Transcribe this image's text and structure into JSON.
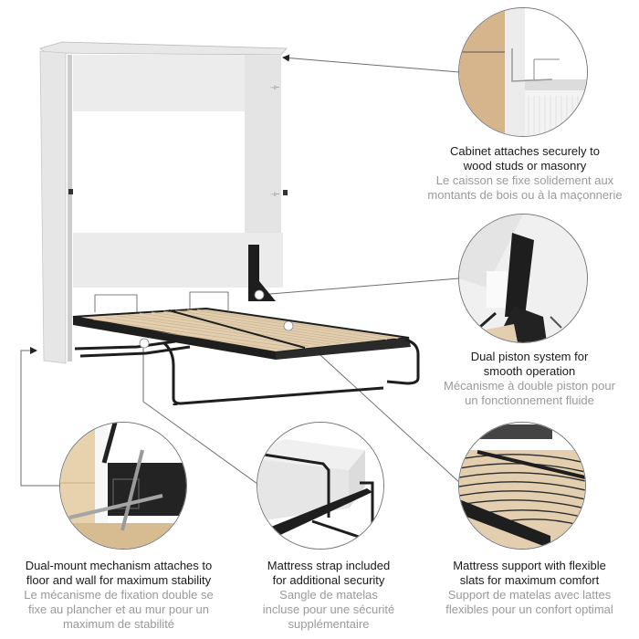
{
  "features": [
    {
      "id": "cabinet-attach",
      "title_en": [
        "Cabinet attaches securely to",
        "wood studs or masonry"
      ],
      "text_fr": [
        "Le caisson se fixe solidement aux",
        "montants de bois ou à la maçonnerie"
      ]
    },
    {
      "id": "dual-piston",
      "title_en": [
        "Dual piston system for",
        "smooth operation"
      ],
      "text_fr": [
        "Mécanisme à double piston pour",
        "un fonctionnement fluide"
      ]
    },
    {
      "id": "dual-mount",
      "title_en": [
        "Dual-mount mechanism attaches to",
        "floor and wall for maximum stability"
      ],
      "text_fr": [
        "Le mécanisme de fixation double se",
        "fixe au plancher et au mur pour un",
        "maximum de stabilité"
      ]
    },
    {
      "id": "mattress-strap",
      "title_en": [
        "Mattress strap included",
        "for additional security"
      ],
      "text_fr": [
        "Sangle de matelas",
        "incluse pour une sécurité",
        "supplémentaire"
      ]
    },
    {
      "id": "flexible-slats",
      "title_en": [
        "Mattress support with flexible",
        "slats for maximum comfort"
      ],
      "text_fr": [
        "Support de matelas avec lattes",
        "flexibles pour un confort optimal"
      ]
    }
  ],
  "colors": {
    "cabinet_white": "#f4f4f4",
    "cabinet_shadow": "#d9d9d9",
    "frame_black": "#1e1e1e",
    "slat_wood": "#e3cfb0",
    "wood_stud": "#d6b58c",
    "leader_line": "#6e6e6e",
    "text_en": "#1a1a1a",
    "text_fr": "#9a9a9a"
  }
}
